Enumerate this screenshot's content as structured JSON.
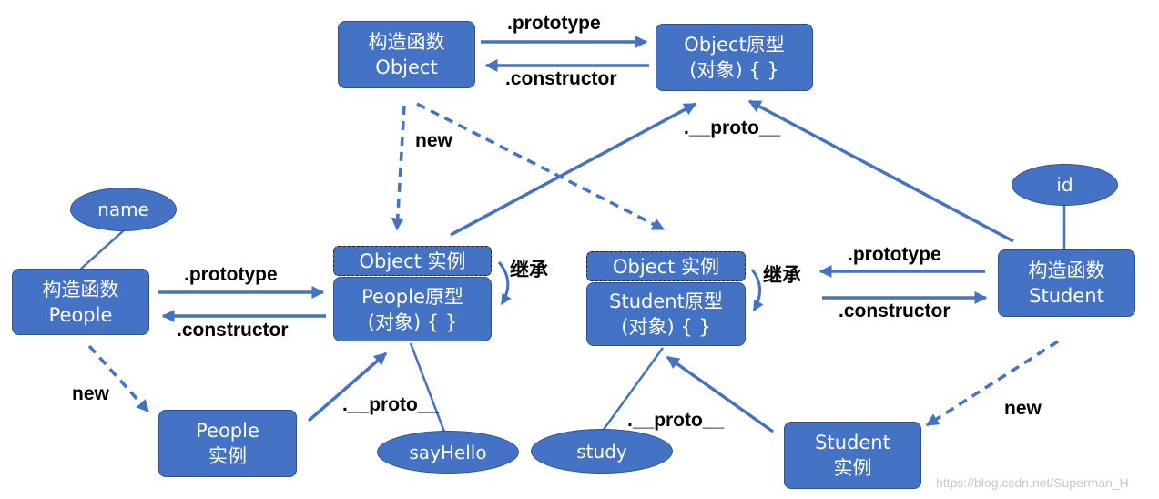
{
  "colors": {
    "box_fill": "#4472c4",
    "box_border": "#2f528f",
    "arrow": "#4472c4"
  },
  "nodes": {
    "object_ctor": [
      "构造函数",
      "Object"
    ],
    "object_proto": [
      "Object原型",
      "(对象) { }"
    ],
    "people_ctor": [
      "构造函数",
      "People"
    ],
    "people_obj_instance": "Object 实例",
    "people_proto": [
      "People原型",
      "(对象) { }"
    ],
    "people_instance": [
      "People",
      "实例"
    ],
    "student_obj_instance": "Object 实例",
    "student_proto": [
      "Student原型",
      "(对象) { }"
    ],
    "student_ctor": [
      "构造函数",
      "Student"
    ],
    "student_instance": [
      "Student",
      "实例"
    ]
  },
  "ellipses": {
    "name": "name",
    "id": "id",
    "sayhello": "sayHello",
    "study": "study"
  },
  "labels": {
    "prototype": ".prototype",
    "constructor": ".constructor",
    "proto": ".__proto__",
    "new": "new",
    "inherit": "继承"
  },
  "watermark": "https://blog.csdn.net/Superman_H"
}
